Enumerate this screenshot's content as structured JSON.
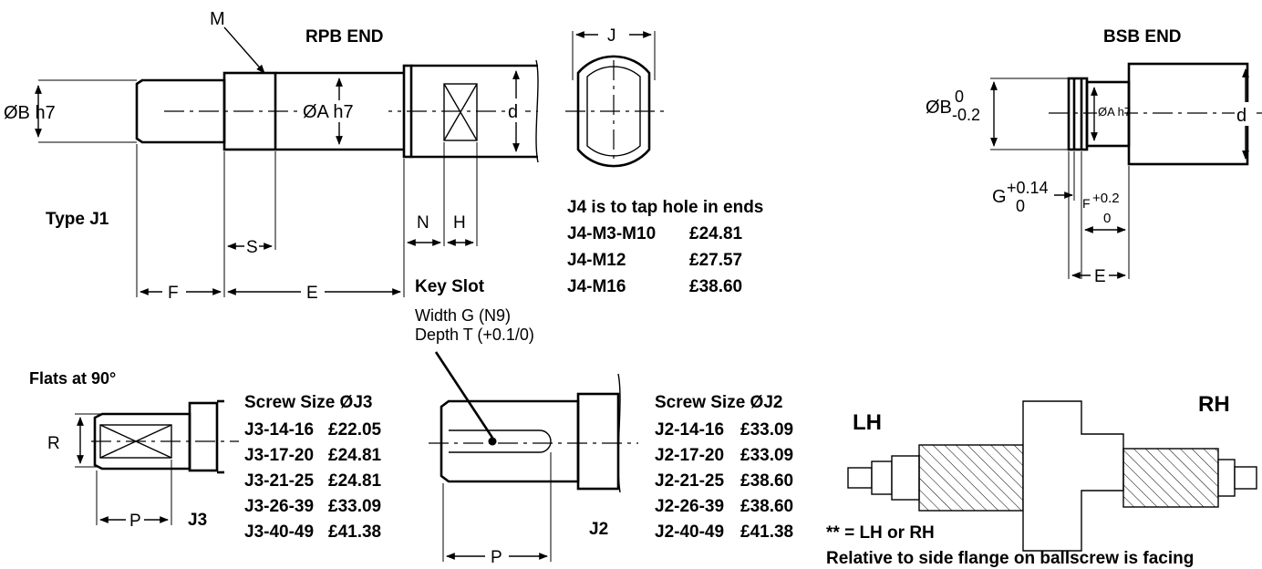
{
  "j1": {
    "label_m": "M",
    "title": "RPB END",
    "dim_b": "ØB h7",
    "dim_a": "ØA h7",
    "dim_d": "d",
    "type_label": "Type J1",
    "dim_s": "S",
    "dim_n": "N",
    "dim_h": "H",
    "dim_f": "F",
    "dim_e": "E"
  },
  "j_end": {
    "dim_j": "J"
  },
  "j4": {
    "note": "J4 is to tap hole in ends",
    "rows": [
      {
        "code": "J4-M3-M10",
        "price": "£24.81"
      },
      {
        "code": "J4-M12",
        "price": "£27.57"
      },
      {
        "code": "J4-M16",
        "price": "£38.60"
      }
    ]
  },
  "bsb": {
    "title": "BSB END",
    "dim_b": "ØB",
    "tol_b_upper": "0",
    "tol_b_lower": "-0.2",
    "dim_a": "ØA h7",
    "dim_d": "d",
    "dim_g": "G",
    "tol_g_upper": "+0.14",
    "tol_g_lower": "0",
    "dim_f": "F",
    "tol_f_upper": "+0.2",
    "tol_f_lower": "0",
    "dim_e": "E"
  },
  "keyslot": {
    "title": "Key Slot",
    "line1": "Width G (N9)",
    "line2": "Depth T (+0.1/0)"
  },
  "j3": {
    "flats_label": "Flats at 90°",
    "dim_r": "R",
    "dim_p": "P",
    "label": "J3",
    "table_title": "Screw Size ØJ3",
    "rows": [
      {
        "code": "J3-14-16",
        "price": "£22.05"
      },
      {
        "code": "J3-17-20",
        "price": "£24.81"
      },
      {
        "code": "J3-21-25",
        "price": "£24.81"
      },
      {
        "code": "J3-26-39",
        "price": "£33.09"
      },
      {
        "code": "J3-40-49",
        "price": "£41.38"
      }
    ]
  },
  "j2": {
    "dim_p": "P",
    "label": "J2",
    "table_title": "Screw Size ØJ2",
    "rows": [
      {
        "code": "J2-14-16",
        "price": "£33.09"
      },
      {
        "code": "J2-17-20",
        "price": "£33.09"
      },
      {
        "code": "J2-21-25",
        "price": "£38.60"
      },
      {
        "code": "J2-26-39",
        "price": "£38.60"
      },
      {
        "code": "J2-40-49",
        "price": "£41.38"
      }
    ]
  },
  "hand": {
    "lh": "LH",
    "rh": "RH",
    "note1": "** = LH or RH",
    "note2": "Relative to side flange on ballscrew is facing"
  }
}
